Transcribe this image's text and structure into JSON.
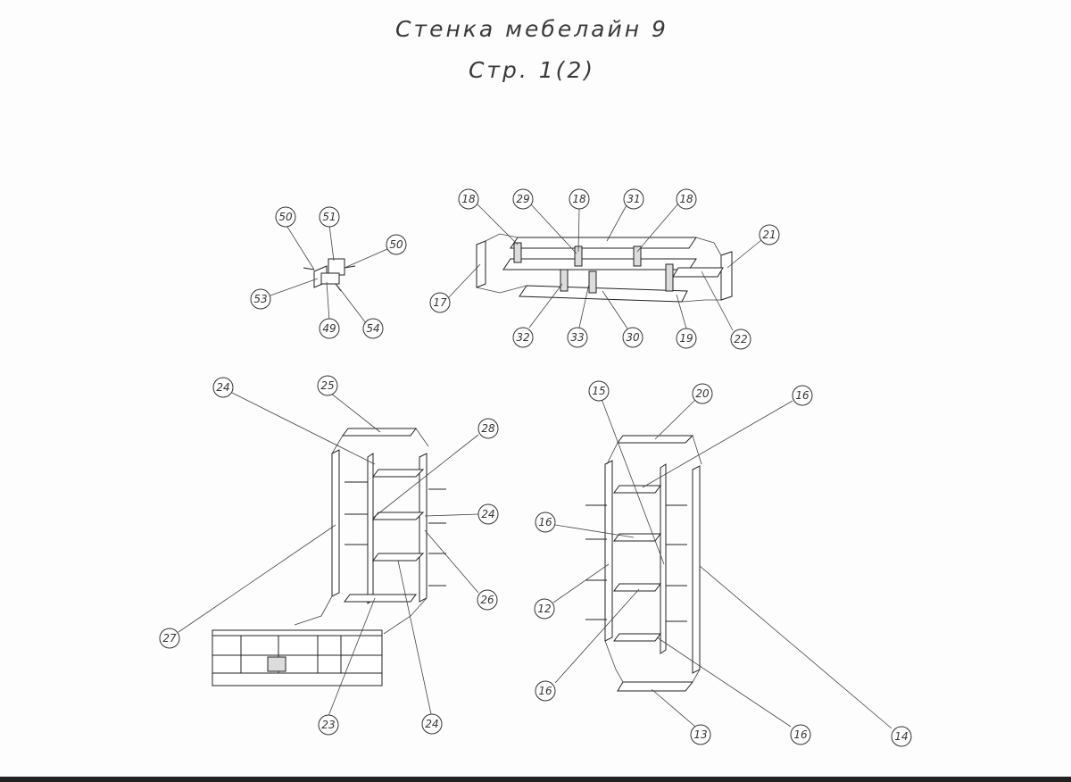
{
  "sheet": {
    "title": "Стенка мебелайн 9",
    "page_label": "Стр. 1(2)"
  },
  "callouts": {
    "small_unit": [
      "50",
      "51",
      "50",
      "53",
      "49",
      "54"
    ],
    "wall_shelf": [
      "18",
      "29",
      "18",
      "31",
      "18",
      "21",
      "17",
      "32",
      "33",
      "30",
      "19",
      "22"
    ],
    "corner_unit": [
      "24",
      "25",
      "28",
      "24",
      "26",
      "27",
      "23",
      "24"
    ],
    "tall_cabinet": [
      "15",
      "20",
      "16",
      "16",
      "12",
      "16",
      "13",
      "16",
      "14"
    ]
  }
}
